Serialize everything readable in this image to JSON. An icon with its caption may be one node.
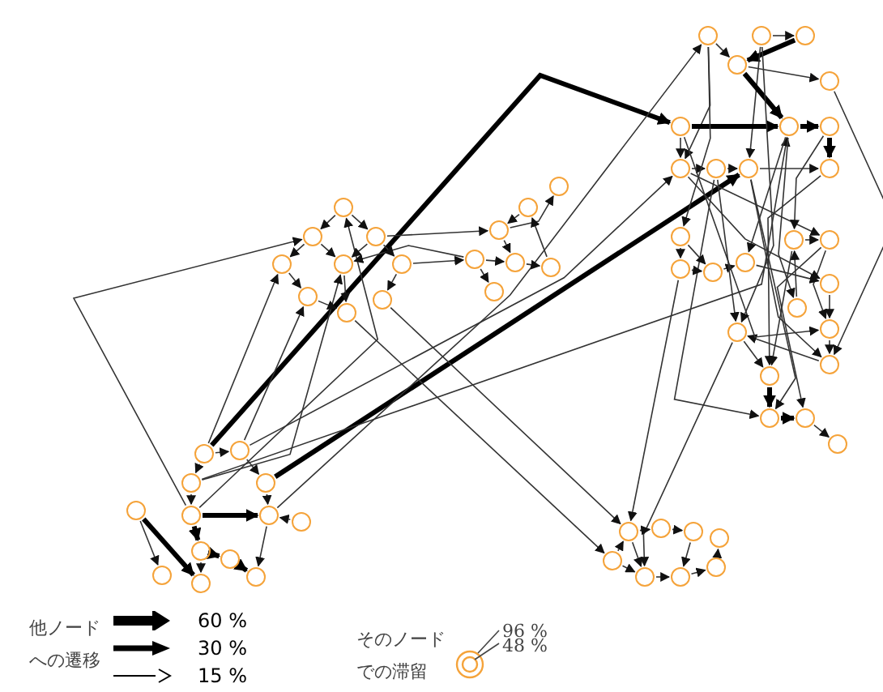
{
  "diagram": {
    "nodes": [
      {
        "text": [],
        "shape": "circle"
      },
      {
        "text": [],
        "shape": "circle"
      },
      {
        "text": [],
        "shape": "circle"
      },
      {
        "text": [],
        "shape": "circle"
      },
      {
        "text": [],
        "shape": "circle"
      },
      {
        "text": [],
        "shape": "circle"
      },
      {
        "text": [],
        "shape": "circle"
      },
      {
        "text": [],
        "shape": "circle"
      },
      {
        "text": [],
        "shape": "circle"
      },
      {
        "text": [],
        "shape": "circle"
      },
      {
        "text": [],
        "shape": "circle"
      },
      {
        "text": [],
        "shape": "circle"
      },
      {
        "text": [],
        "shape": "circle"
      },
      {
        "text": [],
        "shape": "circle"
      },
      {
        "text": [],
        "shape": "circle"
      },
      {
        "text": [],
        "shape": "circle"
      },
      {
        "text": [],
        "shape": "circle"
      },
      {
        "text": [],
        "shape": "circle"
      },
      {
        "text": [],
        "shape": "circle"
      },
      {
        "text": [],
        "shape": "circle"
      },
      {
        "text": [],
        "shape": "circle"
      },
      {
        "text": [],
        "shape": "circle"
      },
      {
        "text": [],
        "shape": "circle"
      },
      {
        "text": [],
        "shape": "circle"
      },
      {
        "text": [],
        "shape": "circle"
      },
      {
        "text": [],
        "shape": "circle"
      },
      {
        "text": [],
        "shape": "circle"
      },
      {
        "text": [],
        "shape": "circle"
      },
      {
        "text": [],
        "shape": "circle"
      },
      {
        "text": [],
        "shape": "circle"
      },
      {
        "text": [],
        "shape": "circle"
      },
      {
        "text": [],
        "shape": "circle"
      },
      {
        "text": [],
        "shape": "circle"
      },
      {
        "text": [],
        "shape": "circle"
      },
      {
        "text": [],
        "shape": "circle"
      },
      {
        "text": [],
        "shape": "circle"
      },
      {
        "text": [],
        "shape": "circle"
      },
      {
        "text": [],
        "shape": "circle"
      },
      {
        "text": [],
        "shape": "circle"
      },
      {
        "text": [],
        "shape": "circle"
      },
      {
        "text": [],
        "shape": "circle"
      },
      {
        "text": [],
        "shape": "circle"
      },
      {
        "text": [],
        "shape": "circle"
      },
      {
        "text": [],
        "shape": "circle"
      },
      {
        "text": [],
        "shape": "circle"
      },
      {
        "text": [],
        "shape": "circle"
      },
      {
        "text": [],
        "shape": "circle"
      },
      {
        "text": [],
        "shape": "circle"
      },
      {
        "text": [],
        "shape": "circle"
      },
      {
        "text": [],
        "shape": "circle"
      },
      {
        "text": [],
        "shape": "circle"
      },
      {
        "text": [],
        "shape": "circle"
      },
      {
        "text": [],
        "shape": "circle"
      },
      {
        "text": [],
        "shape": "circle"
      },
      {
        "text": [],
        "shape": "circle"
      },
      {
        "text": [],
        "shape": "circle"
      },
      {
        "text": [],
        "shape": "circle"
      },
      {
        "text": [],
        "shape": "circle"
      },
      {
        "text": [],
        "shape": "circle"
      },
      {
        "text": [],
        "shape": "circle"
      },
      {
        "text": [],
        "shape": "circle"
      },
      {
        "text": [],
        "shape": "circle"
      },
      {
        "text": [],
        "shape": "circle"
      },
      {
        "text": [],
        "shape": "circle"
      }
    ],
    "edges": [
      {
        "from": 16,
        "to": 42,
        "arrow": "to",
        "style": "thick"
      },
      {
        "from": 17,
        "to": 43,
        "arrow": "to"
      },
      {
        "from": 19,
        "to": 45,
        "arrow": "to",
        "style": "thick"
      },
      {
        "from": 18,
        "to": 46,
        "arrow": "to"
      },
      {
        "from": 21,
        "to": 37,
        "arrow": "to"
      },
      {
        "from": 20,
        "to": 0,
        "arrow": "to"
      },
      {
        "from": 20,
        "to": 1,
        "arrow": "to"
      },
      {
        "from": 16,
        "to": 3,
        "arrow": "to"
      },
      {
        "from": 17,
        "to": 6,
        "arrow": "to"
      },
      {
        "from": 18,
        "to": 4,
        "arrow": "to"
      },
      {
        "from": 7,
        "to": 32,
        "arrow": "to"
      },
      {
        "from": 8,
        "to": 29,
        "arrow": "to"
      },
      {
        "from": 52,
        "to": 29,
        "arrow": "to"
      },
      {
        "from": 58,
        "to": 33,
        "arrow": "to"
      },
      {
        "from": 5,
        "to": 12,
        "arrow": "to"
      },
      {
        "from": 2,
        "to": 11,
        "arrow": "to"
      },
      {
        "from": 12,
        "to": 4,
        "arrow": "to"
      },
      {
        "from": 11,
        "to": 9,
        "arrow": "to"
      },
      {
        "from": 23,
        "to": 26,
        "arrow": "to",
        "style": "thick"
      },
      {
        "from": 23,
        "to": 25,
        "arrow": "to"
      },
      {
        "from": 16,
        "to": 18,
        "arrow": "to"
      },
      {
        "from": 17,
        "to": 19,
        "arrow": "to"
      },
      {
        "from": 18,
        "to": 20,
        "arrow": "to"
      },
      {
        "from": 19,
        "to": 21,
        "arrow": "to"
      },
      {
        "from": 20,
        "to": 24,
        "arrow": "to",
        "style": "thick"
      },
      {
        "from": 24,
        "to": 28,
        "arrow": "to",
        "style": "thick"
      },
      {
        "from": 28,
        "to": 27,
        "arrow": "to",
        "style": "thick"
      },
      {
        "from": 21,
        "to": 27,
        "arrow": "to"
      },
      {
        "from": 22,
        "to": 21,
        "arrow": "to"
      },
      {
        "from": 16,
        "to": 17,
        "arrow": "to"
      },
      {
        "from": 20,
        "to": 21,
        "arrow": "to",
        "style": "thick"
      },
      {
        "from": 24,
        "to": 26,
        "arrow": "to"
      },
      {
        "from": 29,
        "to": 30,
        "arrow": "to"
      },
      {
        "from": 30,
        "to": 31,
        "arrow": "to"
      },
      {
        "from": 32,
        "to": 33,
        "arrow": "to"
      },
      {
        "from": 33,
        "to": 34,
        "arrow": "to"
      },
      {
        "from": 34,
        "to": 35,
        "arrow": "to"
      },
      {
        "from": 35,
        "to": 36,
        "arrow": "to"
      },
      {
        "from": 31,
        "to": 34,
        "arrow": "to"
      },
      {
        "from": 29,
        "to": 33,
        "arrow": "to"
      },
      {
        "from": 32,
        "to": 29,
        "arrow": "to"
      },
      {
        "from": 0,
        "to": 1,
        "arrow": "to"
      },
      {
        "from": 0,
        "to": 2,
        "arrow": "to"
      },
      {
        "from": 1,
        "to": 4,
        "arrow": "to"
      },
      {
        "from": 2,
        "to": 4,
        "arrow": "to"
      },
      {
        "from": 3,
        "to": 6,
        "arrow": "to"
      },
      {
        "from": 4,
        "to": 7,
        "arrow": "to"
      },
      {
        "from": 5,
        "to": 8,
        "arrow": "to"
      },
      {
        "from": 6,
        "to": 7,
        "arrow": "to"
      },
      {
        "from": 1,
        "to": 3,
        "arrow": "to"
      },
      {
        "from": 2,
        "to": 5,
        "arrow": "to"
      },
      {
        "from": 10,
        "to": 11,
        "arrow": "to"
      },
      {
        "from": 11,
        "to": 13,
        "arrow": "to"
      },
      {
        "from": 12,
        "to": 13,
        "arrow": "to"
      },
      {
        "from": 13,
        "to": 14,
        "arrow": "to"
      },
      {
        "from": 12,
        "to": 15,
        "arrow": "to"
      },
      {
        "from": 14,
        "to": 10,
        "arrow": "to"
      },
      {
        "from": 37,
        "to": 40,
        "arrow": "to"
      },
      {
        "from": 38,
        "to": 39,
        "arrow": "to"
      },
      {
        "from": 39,
        "to": 40,
        "arrow": "to",
        "style": "thick"
      },
      {
        "from": 40,
        "to": 41,
        "arrow": "to"
      },
      {
        "from": 37,
        "to": 43,
        "arrow": "to"
      },
      {
        "from": 38,
        "to": 45,
        "arrow": "to"
      },
      {
        "from": 40,
        "to": 46,
        "arrow": "to",
        "style": "thick"
      },
      {
        "from": 46,
        "to": 47,
        "arrow": "to",
        "style": "thick"
      },
      {
        "from": 47,
        "to": 48,
        "arrow": "to",
        "style": "thick"
      },
      {
        "from": 42,
        "to": 43,
        "arrow": "to"
      },
      {
        "from": 43,
        "to": 44,
        "arrow": "to"
      },
      {
        "from": 44,
        "to": 45,
        "arrow": "to"
      },
      {
        "from": 45,
        "to": 48,
        "arrow": "to"
      },
      {
        "from": 42,
        "to": 46,
        "arrow": "to",
        "style": "thick"
      },
      {
        "from": 43,
        "to": 50,
        "arrow": "to"
      },
      {
        "from": 44,
        "to": 61,
        "arrow": "to"
      },
      {
        "from": 45,
        "to": 59,
        "arrow": "to"
      },
      {
        "from": 46,
        "to": 56,
        "arrow": "to"
      },
      {
        "from": 48,
        "to": 60,
        "arrow": "to"
      },
      {
        "from": 49,
        "to": 50,
        "arrow": "to"
      },
      {
        "from": 50,
        "to": 57,
        "arrow": "to"
      },
      {
        "from": 51,
        "to": 53,
        "arrow": "to"
      },
      {
        "from": 52,
        "to": 53,
        "arrow": "to"
      },
      {
        "from": 53,
        "to": 54,
        "arrow": "to"
      },
      {
        "from": 51,
        "to": 52,
        "arrow": "to"
      },
      {
        "from": 54,
        "to": 55,
        "arrow": "to"
      },
      {
        "from": 55,
        "to": 57,
        "arrow": "to"
      },
      {
        "from": 57,
        "to": 59,
        "arrow": "to"
      },
      {
        "from": 59,
        "to": 58,
        "arrow": "to"
      },
      {
        "from": 58,
        "to": 60,
        "arrow": "to"
      },
      {
        "from": 60,
        "to": 61,
        "arrow": "to",
        "style": "thick"
      },
      {
        "from": 61,
        "to": 62,
        "arrow": "to",
        "style": "thick"
      },
      {
        "from": 62,
        "to": 63,
        "arrow": "to"
      },
      {
        "from": 56,
        "to": 49,
        "arrow": "to"
      },
      {
        "from": 50,
        "to": 62,
        "arrow": "to"
      },
      {
        "from": 47,
        "to": 49,
        "arrow": "to"
      },
      {
        "from": 42,
        "to": 57,
        "arrow": "to"
      },
      {
        "from": 44,
        "to": 58,
        "arrow": "to"
      },
      {
        "from": 43,
        "to": 55,
        "arrow": "to"
      },
      {
        "from": 46,
        "to": 54,
        "arrow": "to"
      },
      {
        "from": 41,
        "to": 59,
        "arrow": "to"
      },
      {
        "from": 37,
        "to": 51,
        "arrow": "to"
      },
      {
        "from": 38,
        "to": 58,
        "arrow": "to"
      },
      {
        "from": 45,
        "to": 61,
        "arrow": "to"
      },
      {
        "from": 49,
        "to": 60,
        "arrow": "to"
      }
    ],
    "labels": [
      "他ノードへの遷移",
      "そのノードでの滞留"
    ],
    "legend": [
      {
        "text": "60 %"
      },
      {
        "text": "30 %"
      },
      {
        "text": "15 %"
      },
      {
        "text": "96 %"
      },
      {
        "text": "48 %"
      }
    ]
  }
}
